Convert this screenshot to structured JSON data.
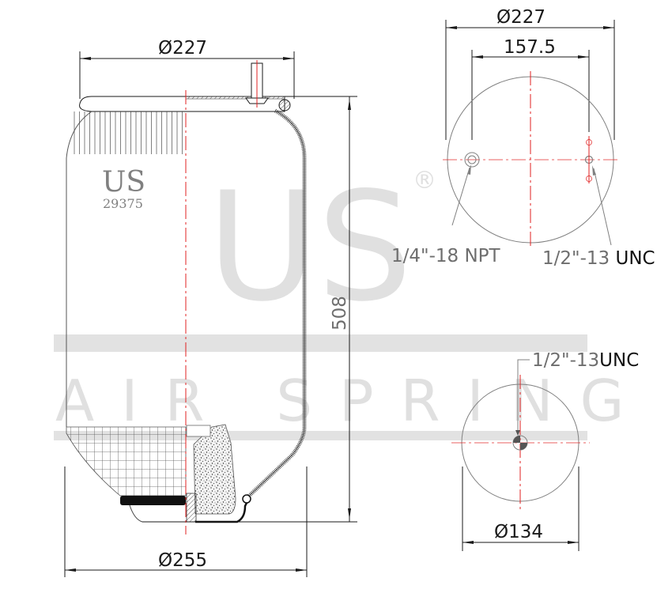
{
  "drawing": {
    "title": "Air spring technical drawing",
    "brand": {
      "logo_text": "US",
      "part_number": "29375"
    },
    "watermark": {
      "big_text": "US",
      "registered_mark": "®",
      "line_text": "AIR SPRING",
      "color": "#e0e0e0"
    },
    "side_view": {
      "top_diameter": "Ø227",
      "bottom_diameter": "Ø255",
      "height": "508"
    },
    "top_view": {
      "diameter": "Ø227",
      "bolt_spacing": "157.5",
      "left_port_label": "1/4\"-18 NPT",
      "right_port_label_a": "1/2\"-13 ",
      "right_port_label_b": "UNC"
    },
    "bottom_view": {
      "diameter": "Ø134",
      "port_label_a": "1/2\"-13",
      "port_label_b": "UNC"
    },
    "colors": {
      "line": "#1a1a1a",
      "centerline": "#e02020",
      "gray_line": "#808080"
    }
  }
}
